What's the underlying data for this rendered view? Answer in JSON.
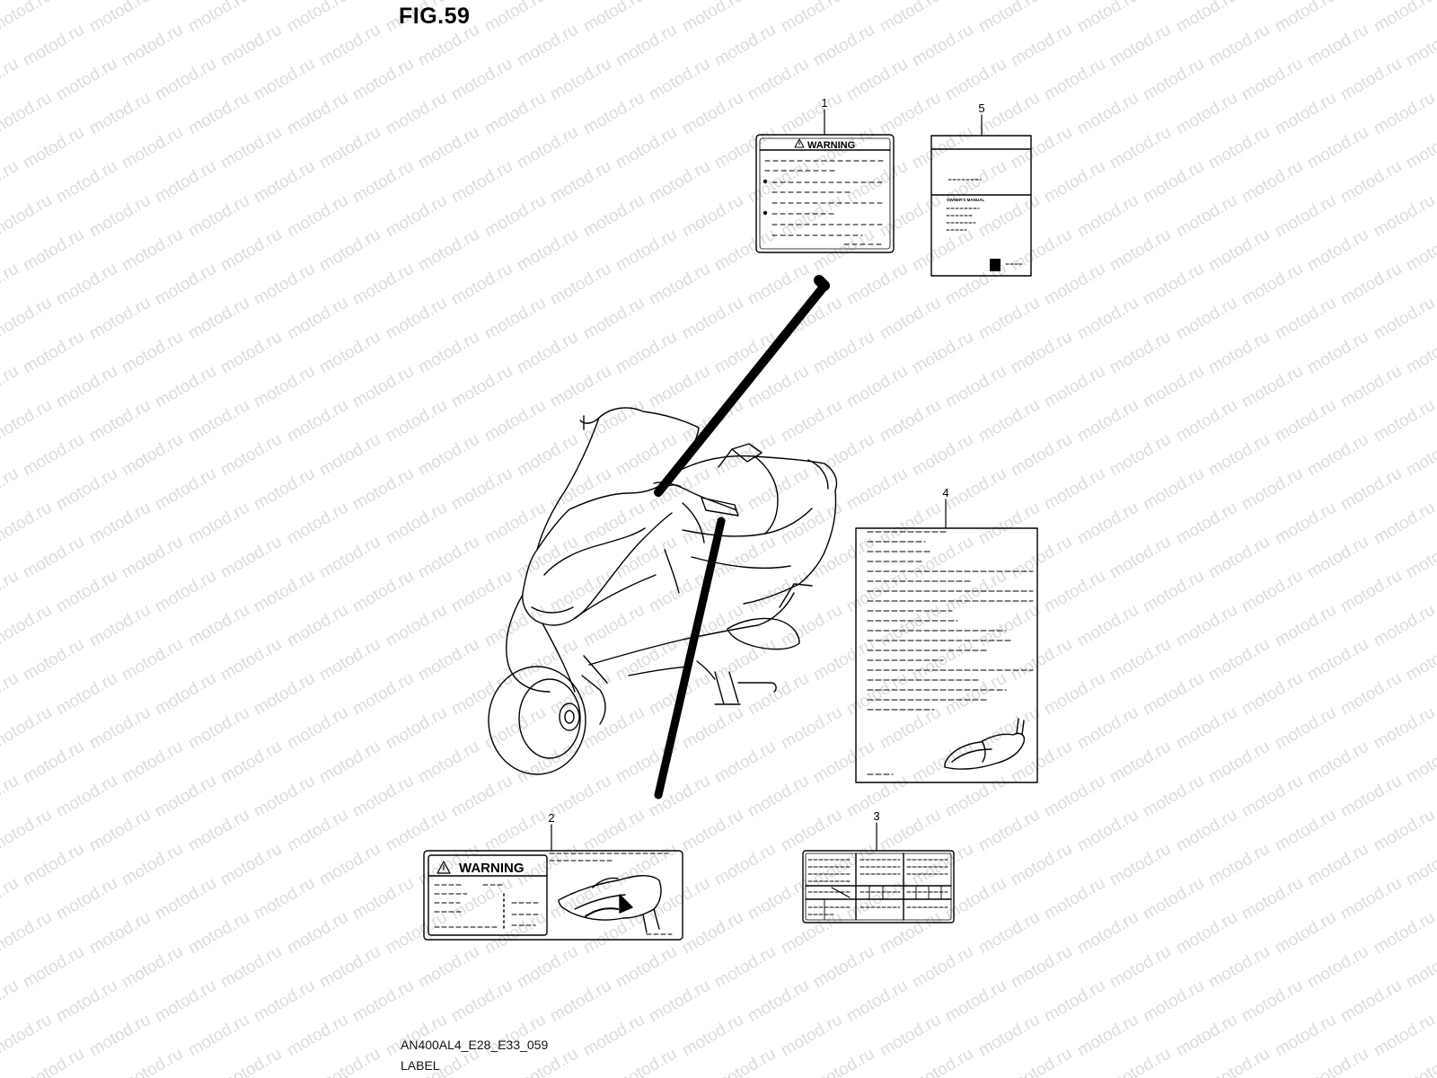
{
  "figure": {
    "title": "FIG.59",
    "code": "AN400AL4_E28_E33_059",
    "name": "LABEL"
  },
  "watermark": {
    "text": "motod.ru",
    "color": "#dcdcdc"
  },
  "callouts": [
    {
      "number": "1",
      "part": "warning-label"
    },
    {
      "number": "2",
      "part": "warning-label-seat"
    },
    {
      "number": "3",
      "part": "info-label-table"
    },
    {
      "number": "4",
      "part": "manual-sheet"
    },
    {
      "number": "5",
      "part": "owners-manual"
    }
  ],
  "labels": {
    "warning_1": "WARNING",
    "warning_2": "WARNING",
    "manual_caption": "OWNER'S MANUAL"
  },
  "colors": {
    "line": "#000000",
    "background": "#ffffff"
  }
}
